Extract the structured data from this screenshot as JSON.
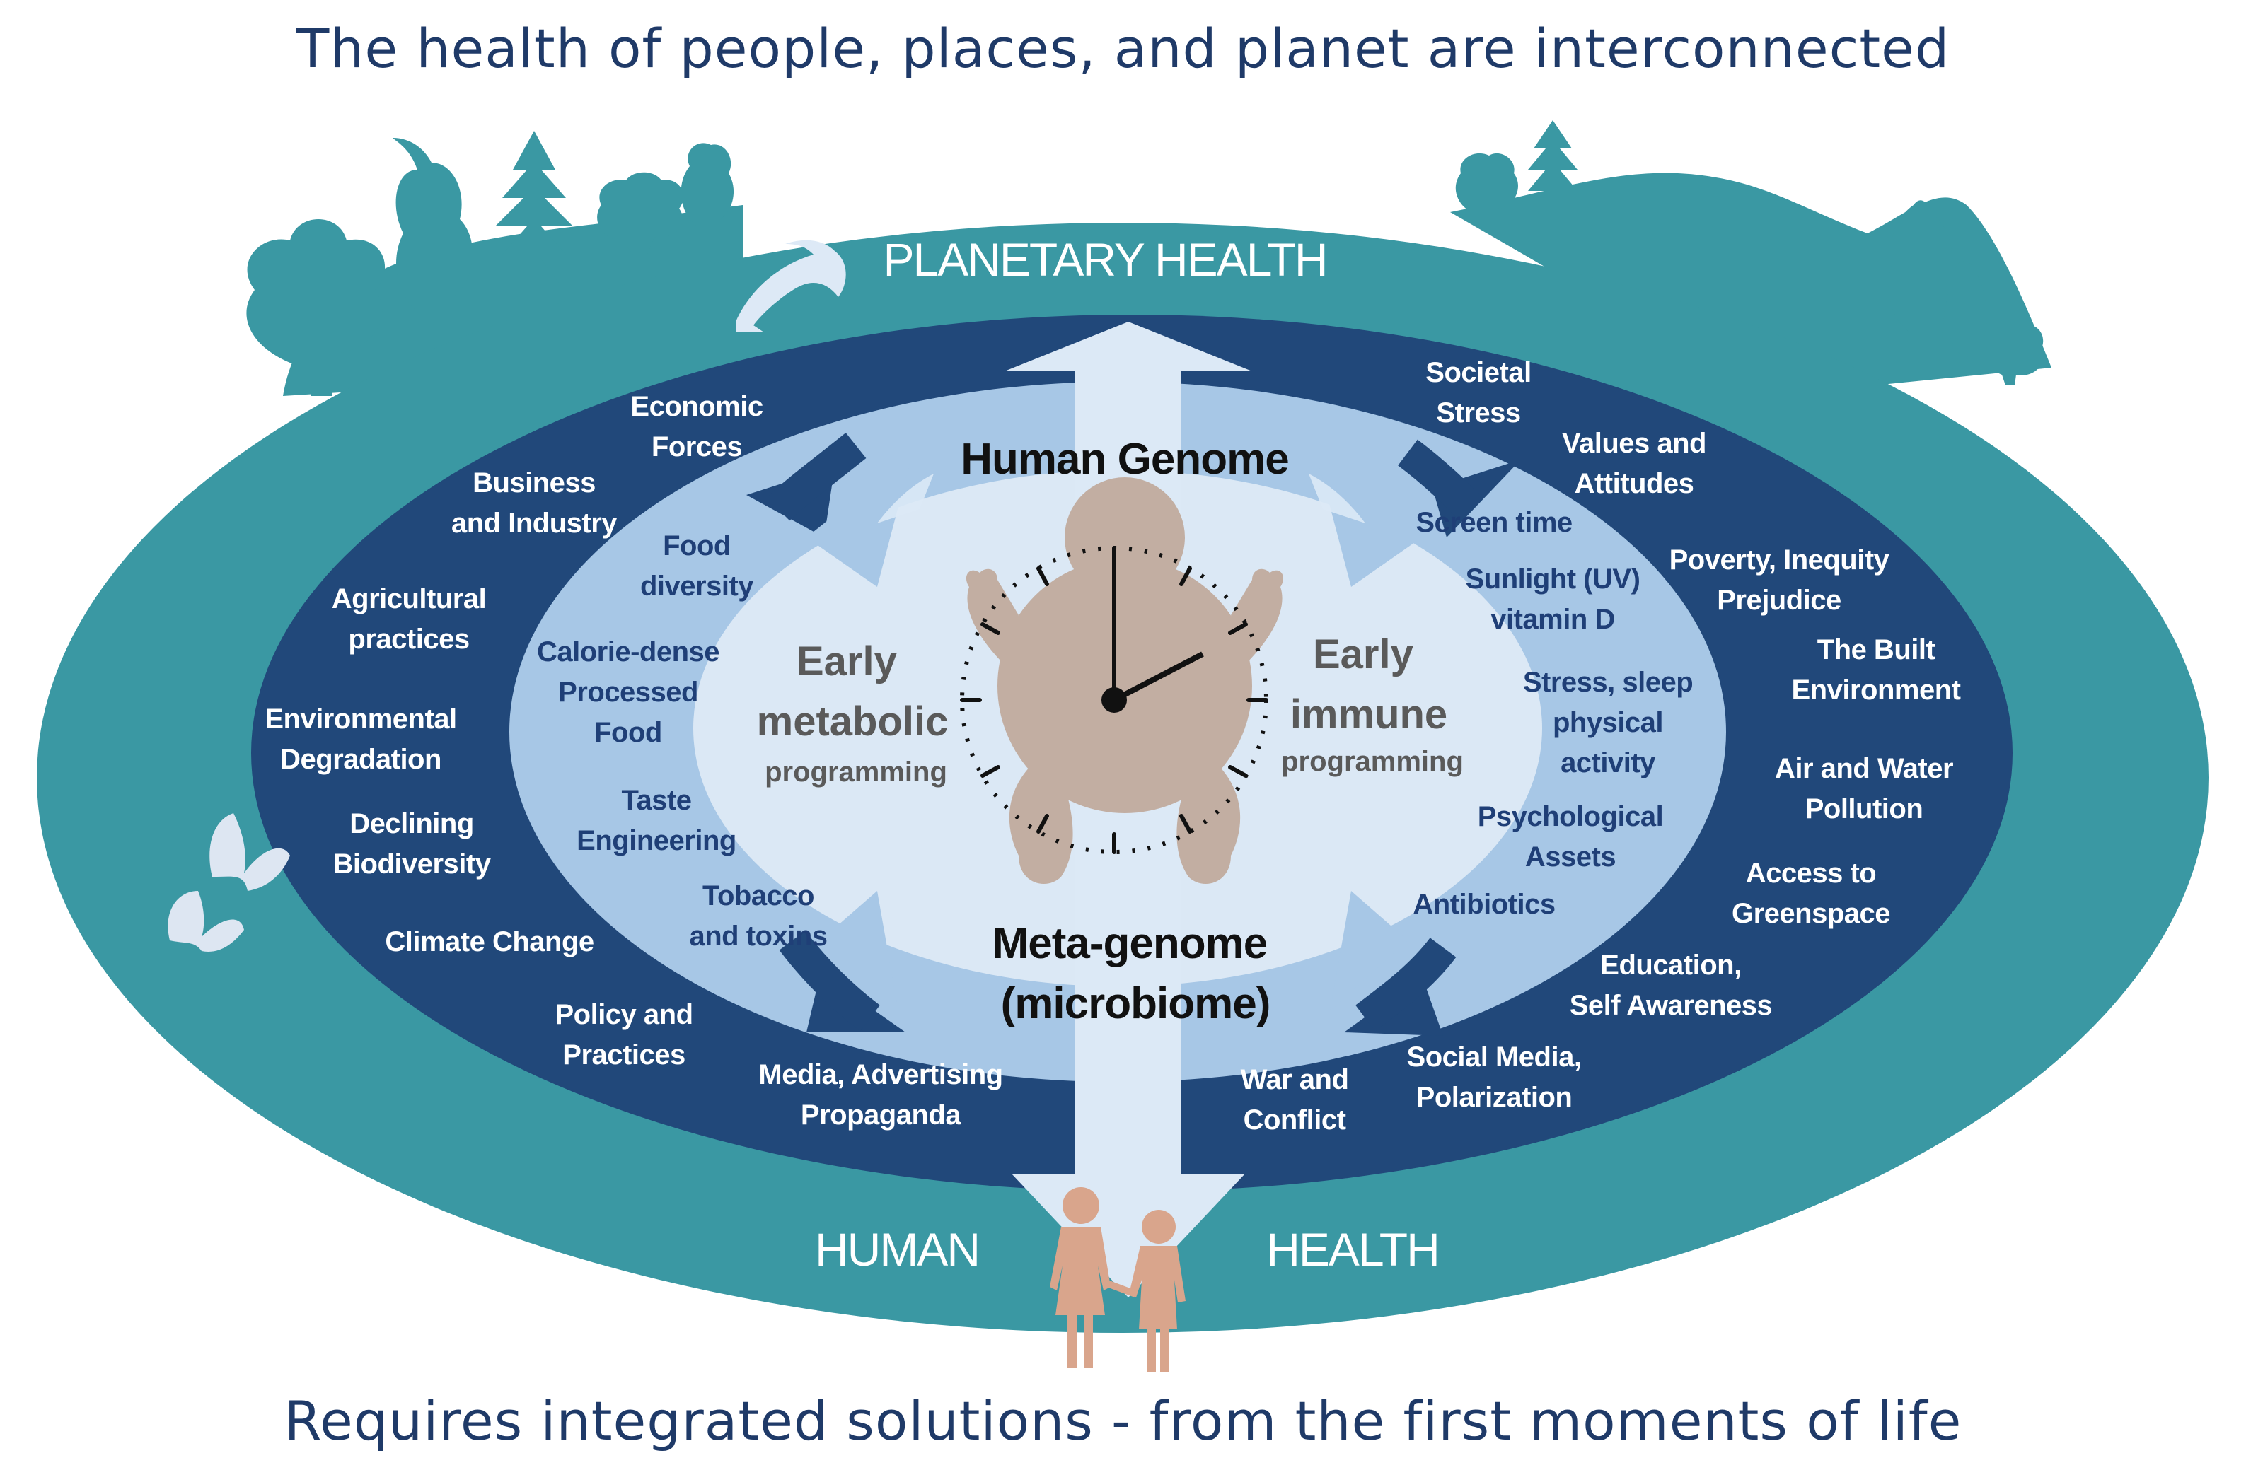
{
  "title": "The health of people, places, and planet are interconnected",
  "footer": "Requires integrated solutions - from the first moments of life",
  "band_labels": {
    "planetary": "PLANETARY HEALTH",
    "human_left": "HUMAN",
    "human_right": "HEALTH"
  },
  "center": {
    "human_genome": "Human Genome",
    "meta_genome": [
      "Meta-genome",
      "(microbiome)"
    ],
    "early_metabolic": [
      "Early",
      "metabolic"
    ],
    "early_metabolic_sub": "programming",
    "early_immune": [
      "Early",
      "immune"
    ],
    "early_immune_sub": "programming"
  },
  "outer_factors_left": [
    [
      "Economic",
      "Forces"
    ],
    [
      "Business",
      "and Industry"
    ],
    [
      "Agricultural",
      "practices"
    ],
    [
      "Environmental",
      "Degradation"
    ],
    [
      "Declining",
      "Biodiversity"
    ],
    [
      "Climate Change"
    ],
    [
      "Policy and",
      "Practices"
    ],
    [
      "Media, Advertising",
      "Propaganda"
    ]
  ],
  "outer_factors_right": [
    [
      "Societal",
      "Stress"
    ],
    [
      "Values and",
      "Attitudes"
    ],
    [
      "Poverty, Inequity",
      "Prejudice"
    ],
    [
      "The Built",
      "Environment"
    ],
    [
      "Air and Water",
      "Pollution"
    ],
    [
      "Access to",
      "Greenspace"
    ],
    [
      "Education,",
      "Self Awareness"
    ],
    [
      "Social Media,",
      "Polarization"
    ],
    [
      "War and",
      "Conflict"
    ]
  ],
  "inner_factors_left": [
    [
      "Food",
      "diversity"
    ],
    [
      "Calorie-dense",
      "Processed",
      "Food"
    ],
    [
      "Taste",
      "Engineering"
    ],
    [
      "Tobacco",
      "and toxins"
    ]
  ],
  "inner_factors_right": [
    [
      "Screen time"
    ],
    [
      "Sunlight (UV)",
      "vitamin D"
    ],
    [
      "Stress, sleep",
      "physical",
      "activity"
    ],
    [
      "Psychological",
      "Assets"
    ],
    [
      "Antibiotics"
    ]
  ],
  "colors": {
    "outer_ring": "#3a98a3",
    "dark_band": "#21487a",
    "mid_ring": "#a7c7e6",
    "core": "#dbe8f5",
    "arrow": "#dce9f6",
    "silhouette": "#3a98a3",
    "baby": "#c2aea2",
    "children": "#d9a58c",
    "title": "#1f3a68",
    "navy_text": "#1f3f77"
  },
  "icons": [
    "tree-icon",
    "dolphin-icon",
    "butterfly-icon",
    "baby-icon",
    "clock-icon",
    "children-icon"
  ]
}
